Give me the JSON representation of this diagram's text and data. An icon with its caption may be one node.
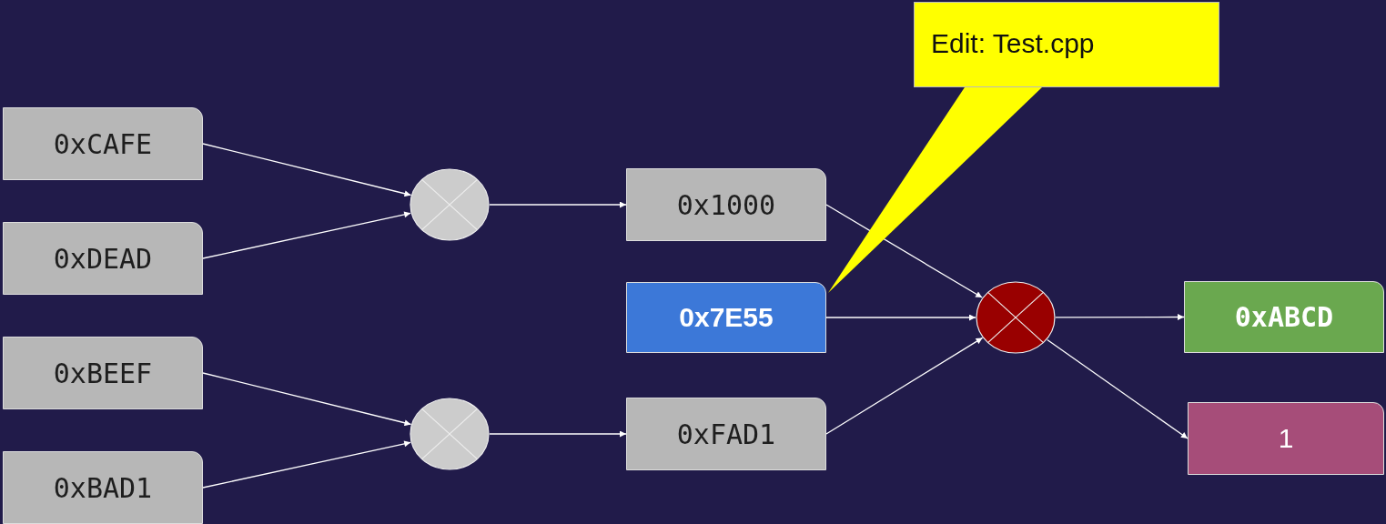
{
  "diagram": {
    "nodes": [
      {
        "text": [
          "0xCAFE"
        ]
      },
      {
        "text": [
          "0xDEAD"
        ]
      },
      {
        "text": [
          "0xBEEF"
        ]
      },
      {
        "text": [
          "0xBAD1"
        ]
      },
      {
        "text": [],
        "shape": "circle"
      },
      {
        "text": [],
        "shape": "circle"
      },
      {
        "text": [
          "0x1000"
        ]
      },
      {
        "text": [
          "0x7E55"
        ]
      },
      {
        "text": [
          "0xFAD1"
        ]
      },
      {
        "text": [],
        "shape": "circle"
      },
      {
        "text": [
          "0xABCD"
        ]
      },
      {
        "text": [
          "1"
        ]
      },
      {
        "text": [
          "Edit: Test.cpp"
        ]
      }
    ],
    "edges": [
      {
        "from": 0,
        "to": 4,
        "arrow": "to"
      },
      {
        "from": 1,
        "to": 4,
        "arrow": "to"
      },
      {
        "from": 4,
        "to": 6,
        "arrow": "to"
      },
      {
        "from": 2,
        "to": 5,
        "arrow": "to"
      },
      {
        "from": 3,
        "to": 5,
        "arrow": "to"
      },
      {
        "from": 5,
        "to": 8,
        "arrow": "to"
      },
      {
        "from": 6,
        "to": 9,
        "arrow": "to"
      },
      {
        "from": 7,
        "to": 9,
        "arrow": "to"
      },
      {
        "from": 8,
        "to": 9,
        "arrow": "to"
      },
      {
        "from": 9,
        "to": 10,
        "arrow": "to"
      },
      {
        "from": 9,
        "to": 11,
        "arrow": "to"
      },
      {
        "from": 12,
        "to": 7,
        "arrow": "none",
        "color": "#ffff00"
      }
    ]
  }
}
